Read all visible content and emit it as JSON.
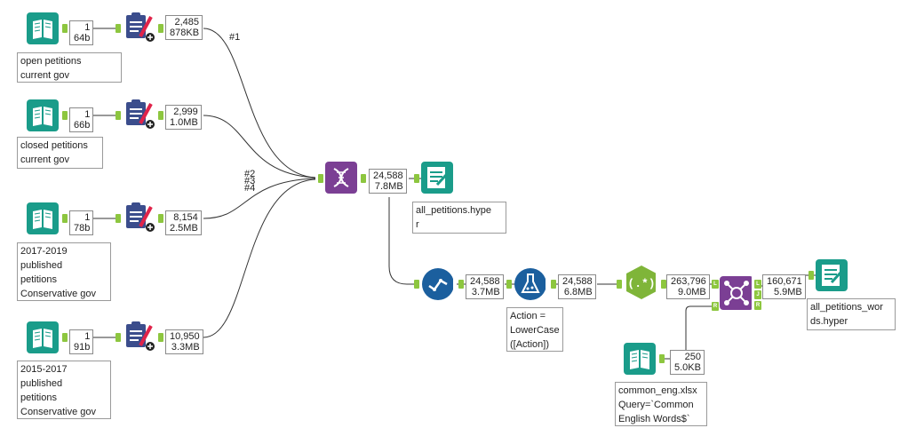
{
  "colors": {
    "input": "#1a9c8a",
    "select_tool": "#3b4d8c",
    "union": "#7b3f94",
    "filter": "#1b5f9e",
    "formula": "#1b5f9e",
    "regex": "#7fb539",
    "join": "#7b3f94",
    "output": "#1a9c8a",
    "anchor": "#8dc63f"
  },
  "inputs": [
    {
      "icon": "book-input-icon",
      "records": "1",
      "size": "64b",
      "annotation": "open petitions\ncurrent gov"
    },
    {
      "icon": "book-input-icon",
      "records": "1",
      "size": "66b",
      "annotation": "closed petitions\ncurrent gov"
    },
    {
      "icon": "book-input-icon",
      "records": "1",
      "size": "78b",
      "annotation": "2017-2019\npublished\npetitions\nConservative gov"
    },
    {
      "icon": "book-input-icon",
      "records": "1",
      "size": "91b",
      "annotation": "2015-2017\npublished\npetitions\nConservative gov"
    }
  ],
  "parsers": [
    {
      "records": "2,485",
      "size": "878KB"
    },
    {
      "records": "2,999",
      "size": "1.0MB"
    },
    {
      "records": "8,154",
      "size": "2.5MB"
    },
    {
      "records": "10,950",
      "size": "3.3MB"
    }
  ],
  "union_labels": [
    "#1",
    "#2",
    "#3",
    "#4"
  ],
  "union": {
    "records": "24,588",
    "size": "7.8MB"
  },
  "output1": {
    "annotation": "all_petitions.hype\nr"
  },
  "filter": {
    "records": "24,588",
    "size": "3.7MB"
  },
  "formula": {
    "records": "24,588",
    "size": "6.8MB",
    "annotation": "Action =\nLowerCase\n([Action])"
  },
  "regex": {
    "records": "263,796",
    "size": "9.0MB"
  },
  "join": {
    "records": "160,671",
    "size": "5.9MB",
    "anchors": [
      "L",
      "R",
      "L",
      "J",
      "R"
    ]
  },
  "output2": {
    "annotation": "all_petitions_wor\nds.hyper"
  },
  "common": {
    "records": "250",
    "size": "5.0KB",
    "annotation": "common_eng.xlsx\nQuery=`Common\nEnglish Words$`"
  }
}
